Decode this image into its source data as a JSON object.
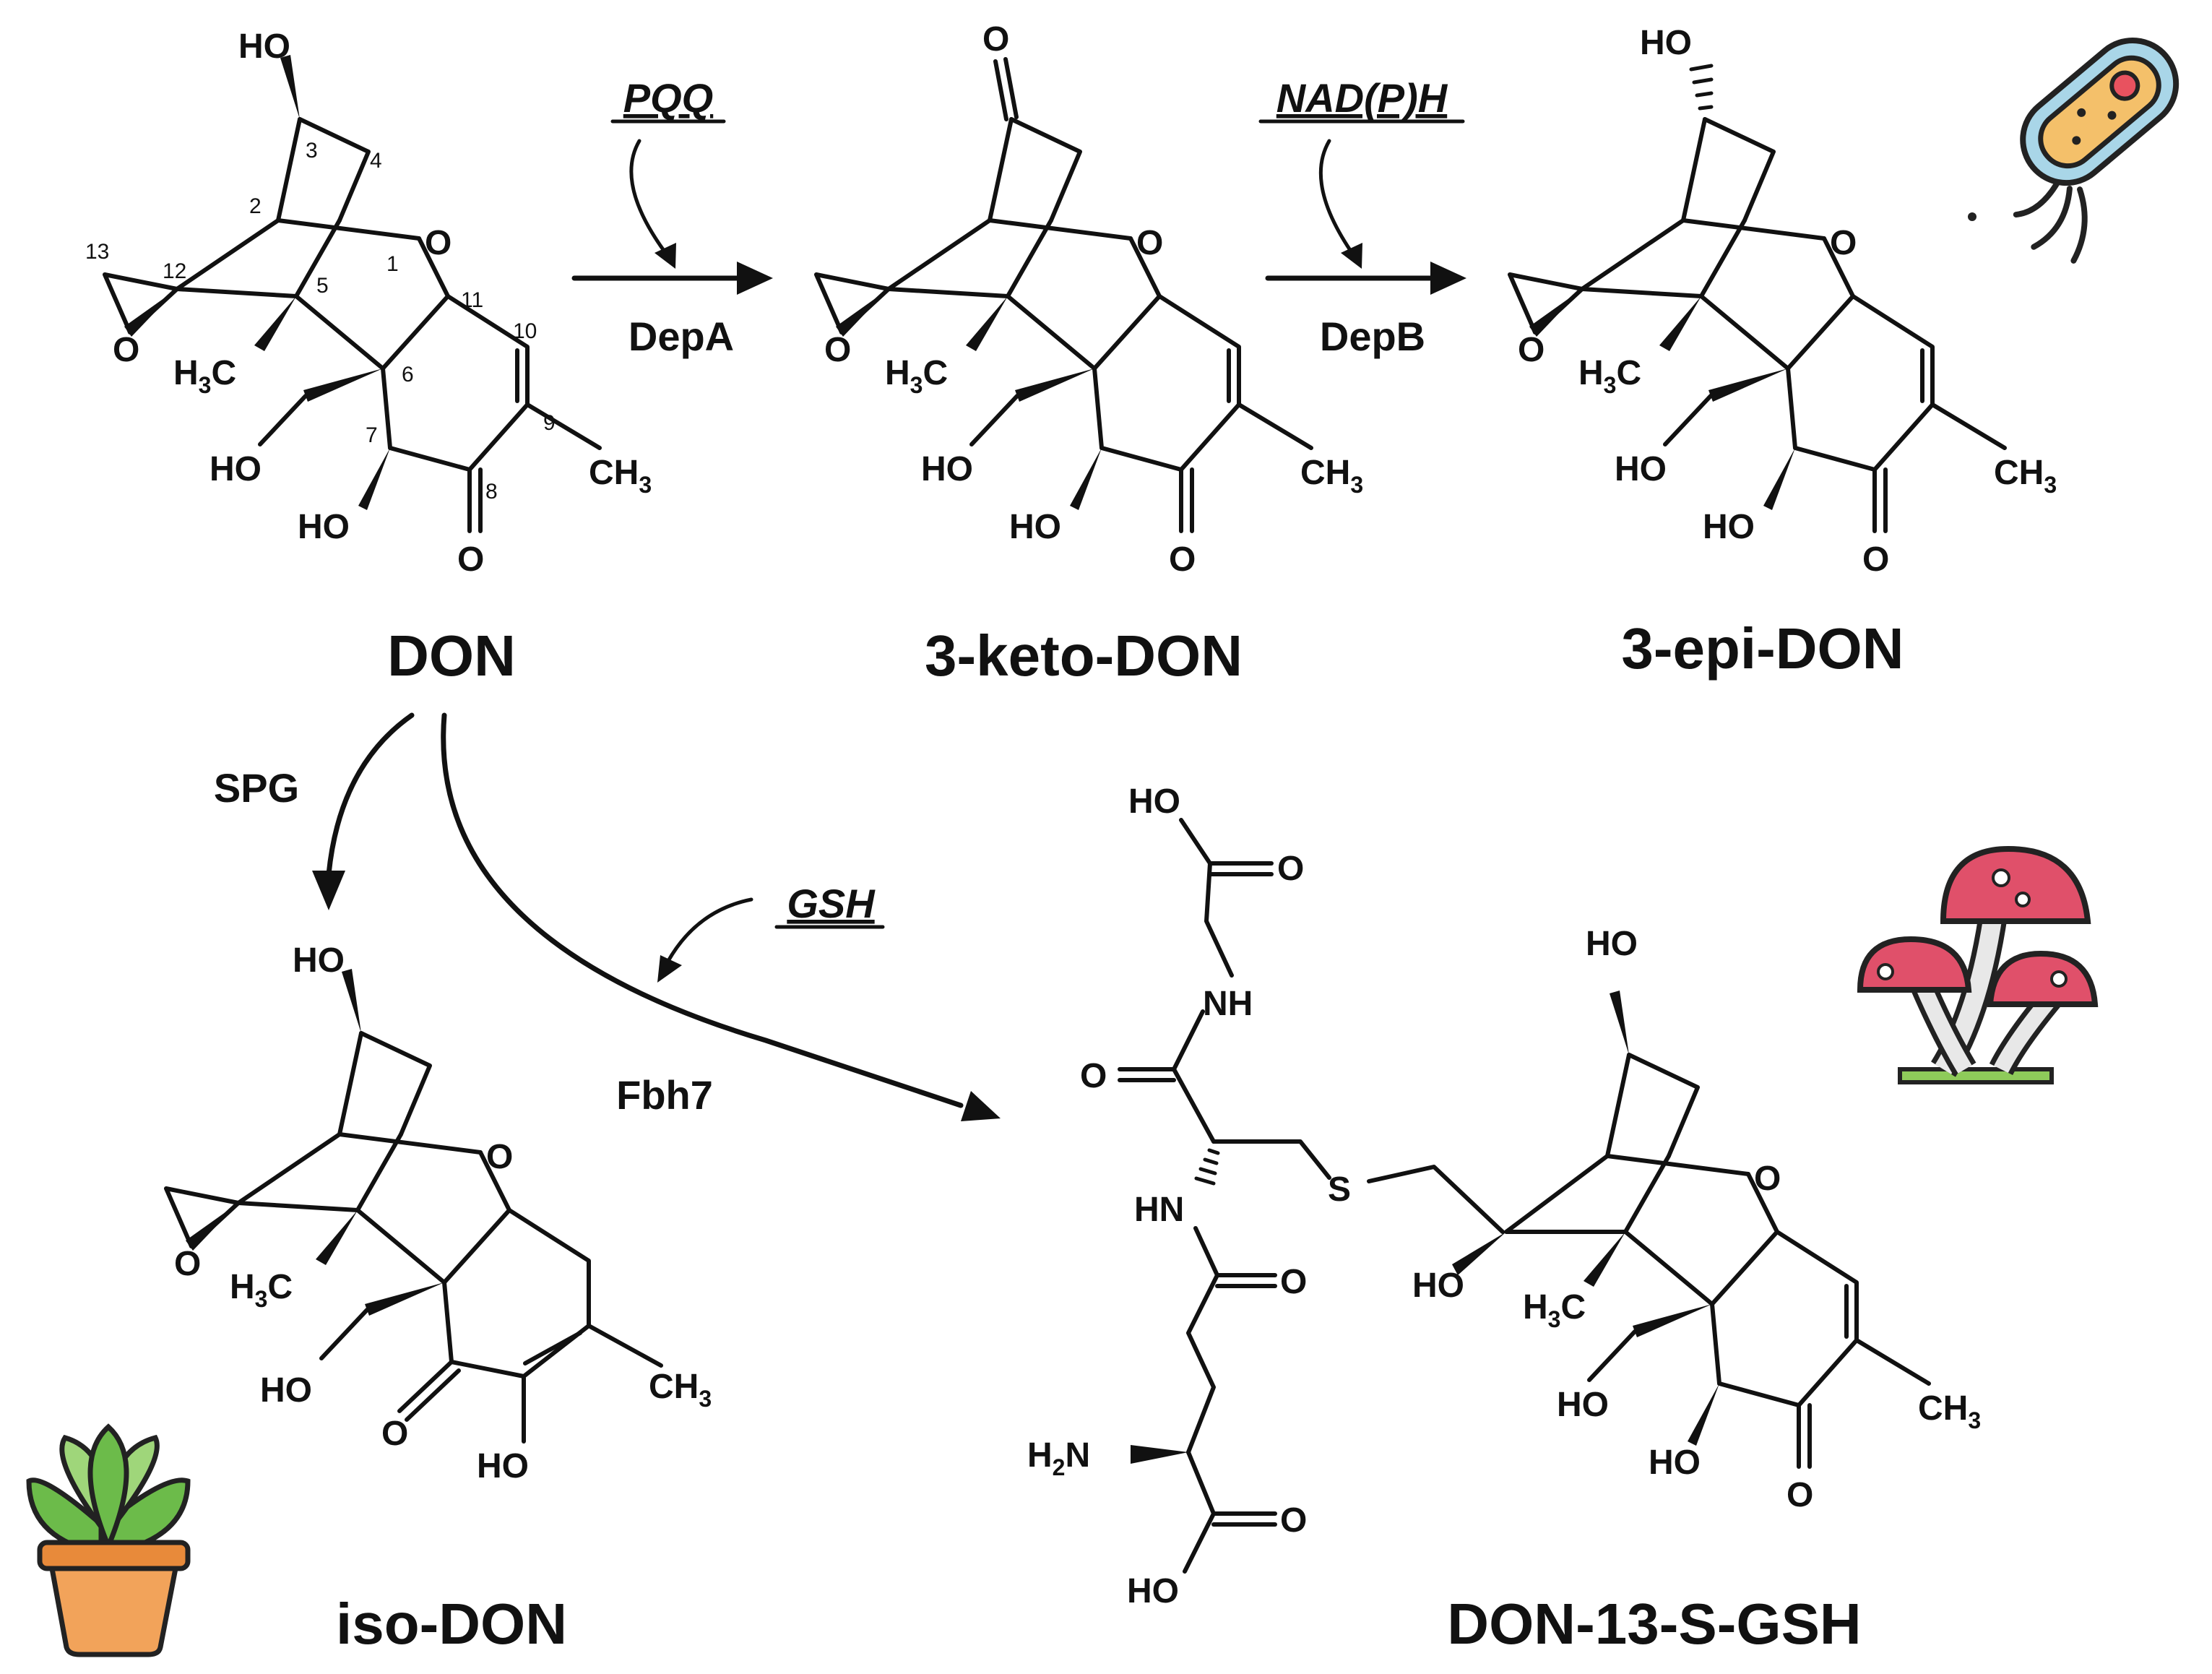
{
  "compounds": {
    "don": "DON",
    "keto": "3-keto-DON",
    "epi": "3-epi-DON",
    "iso": "iso-DON",
    "gsh_adduct": "DON-13-S-GSH"
  },
  "enzymes": {
    "depA": "DepA",
    "depB": "DepB",
    "spg": "SPG",
    "fbh7": "Fbh7"
  },
  "cofactors": {
    "pqq": "PQQ",
    "nadph": "NAD(P)H",
    "gsh": "GSH"
  },
  "atoms": {
    "HO": "HO",
    "O": "O",
    "H3C": "H3C",
    "CH3": "CH3",
    "NH": "NH",
    "HN": "HN",
    "S": "S",
    "H2N": "H2N"
  },
  "atom_numbers": [
    "1",
    "2",
    "3",
    "4",
    "5",
    "6",
    "7",
    "8",
    "9",
    "10",
    "11",
    "12",
    "13"
  ],
  "icons": [
    "bacterium-icon",
    "mushroom-icon",
    "plant-icon"
  ],
  "colors": {
    "bacterium_body": "#f4c06a",
    "bacterium_membrane": "#a9d6e8",
    "bacterium_nucleus": "#e8525f",
    "mushroom_cap": "#e0506a",
    "mushroom_stem": "#e8e8e8",
    "grass": "#8ecb5a",
    "plant_leaf": "#6cbb4a",
    "plant_leaf_light": "#9fd67a",
    "pot": "#f2a35a",
    "pot_rim": "#e88a3a"
  }
}
